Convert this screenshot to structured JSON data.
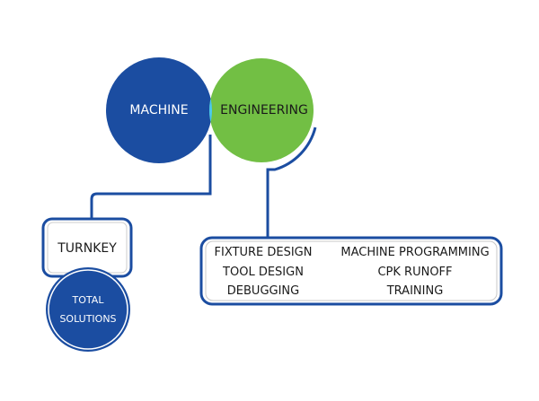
{
  "colors": {
    "machine": "#1b4da1",
    "engineering": "#72bf44",
    "overlap": "#4ac8f0",
    "connector": "#1b4da1",
    "box_inner_border": "#c8c8c8"
  },
  "venn": {
    "left_label": "MACHINE",
    "right_label": "ENGINEERING"
  },
  "turnkey": {
    "label": "TURNKEY",
    "circle_line1": "TOTAL",
    "circle_line2": "SOLUTIONS"
  },
  "services": {
    "left_column": [
      "FIXTURE DESIGN",
      "TOOL DESIGN",
      "DEBUGGING"
    ],
    "right_column": [
      "MACHINE PROGRAMMING",
      "CPK RUNOFF",
      "TRAINING"
    ]
  }
}
